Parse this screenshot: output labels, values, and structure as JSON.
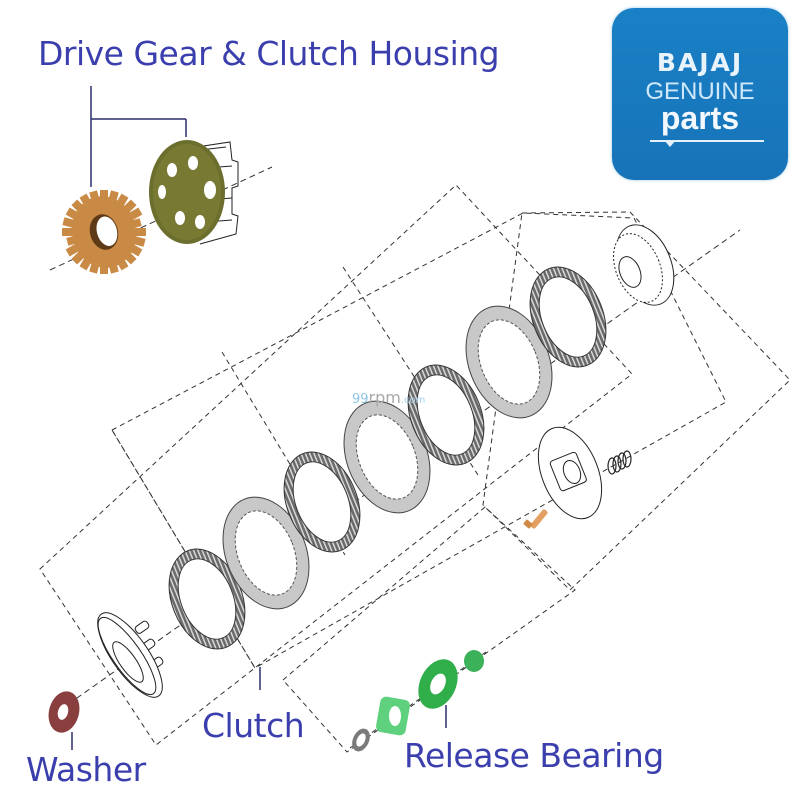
{
  "labels": {
    "drive_gear_clutch_housing": "Drive Gear & Clutch Housing",
    "clutch": "Clutch",
    "washer": "Washer",
    "release_bearing": "Release Bearing"
  },
  "logo": {
    "brand": "BAJAJ",
    "line1": "GENUINE",
    "line2": "parts",
    "background_color": "#1a7dc3"
  },
  "watermark": {
    "part_a": "99",
    "part_b": "rpm",
    "part_c": ".com"
  },
  "colors": {
    "label_text": "#3b3fad",
    "drive_gear": "#c98a45",
    "clutch_housing": "#6b6e2c",
    "washer": "#8a3f3f",
    "release_bearing": "#2fae4a",
    "steel_plate": "#c8c8c8",
    "friction_plate": "#555555",
    "bolt": "#e3a060"
  },
  "parts": [
    {
      "name": "Drive Gear",
      "group": "Drive Gear & Clutch Housing"
    },
    {
      "name": "Clutch Housing",
      "group": "Drive Gear & Clutch Housing"
    },
    {
      "name": "Friction Plate",
      "group": "Clutch",
      "count": 4
    },
    {
      "name": "Steel Plate",
      "group": "Clutch",
      "count": 3
    },
    {
      "name": "Clutch Hub",
      "group": "Clutch"
    },
    {
      "name": "Pressure Plate",
      "group": "Clutch"
    },
    {
      "name": "Clutch Spring",
      "group": "Clutch"
    },
    {
      "name": "Bolt",
      "group": "Clutch"
    },
    {
      "name": "Lifter Plate",
      "group": "Clutch"
    },
    {
      "name": "Washer",
      "group": "Washer"
    },
    {
      "name": "Release Bearing",
      "group": "Release Bearing"
    }
  ]
}
